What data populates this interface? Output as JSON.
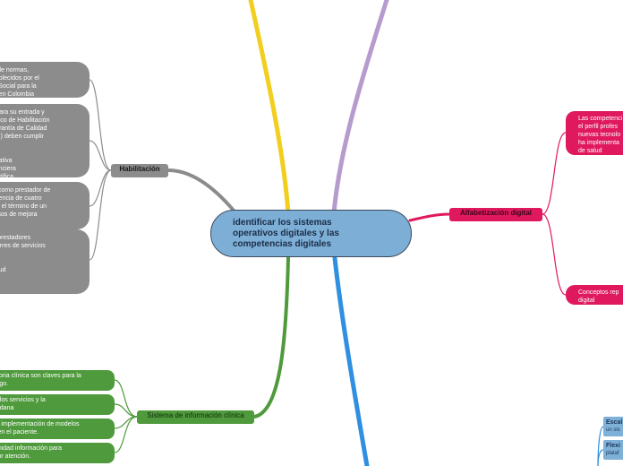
{
  "central": {
    "title": "identificar los sistemas\noperativos digitales y las\ncompetencias digitales"
  },
  "branches": {
    "habilitacion": {
      "label": "Habilitación",
      "leaves": [
        "junto de normas,\ns establecidos por el\ncción Social para la\nsalud en Colombia",
        "dos, para su entrada y\nna Único de Habilitación\nde Garantía de Calidad\nSOGC) deben cumplir\n:\n\nninistrativa\n y financiera\n y científica",
        "nicial como prestador de\nna vigencia de cuatro\nda por el término de un\nprocesos de mejora\nación",
        ": Los prestadores\ns y cierres de servicios\n\n\nde salud"
      ]
    },
    "sistema": {
      "label": "Sistema de información clínica",
      "leaves": [
        "istoria clínica son claves para la\nesgo.",
        " a los servicios y la\ndadana",
        " la implementación de modelos\ns en el paciente.",
        "tunidad información para\nejor atención."
      ]
    },
    "alfabetizacion": {
      "label": "Alfabetización digital",
      "leaves": [
        "Las competenci\nel perfil profes\nnuevas tecnolo\nha implementa\nde salud",
        "Conceptos rep\ndigital"
      ]
    },
    "blue": {
      "leaves": [
        {
          "title": "Escal",
          "sub": "un sis"
        },
        {
          "title": "Flexi",
          "sub": "plataf"
        }
      ]
    }
  },
  "colors": {
    "central_fill": "#7daed6",
    "habilitacion": "#8c8c8c",
    "sistema": "#4f9a3c",
    "alfabetizacion": "#e0195e",
    "yellow_branch": "#f2cf1f",
    "purple_branch": "#b69ccd",
    "blue_branch": "#2f8fe0"
  }
}
